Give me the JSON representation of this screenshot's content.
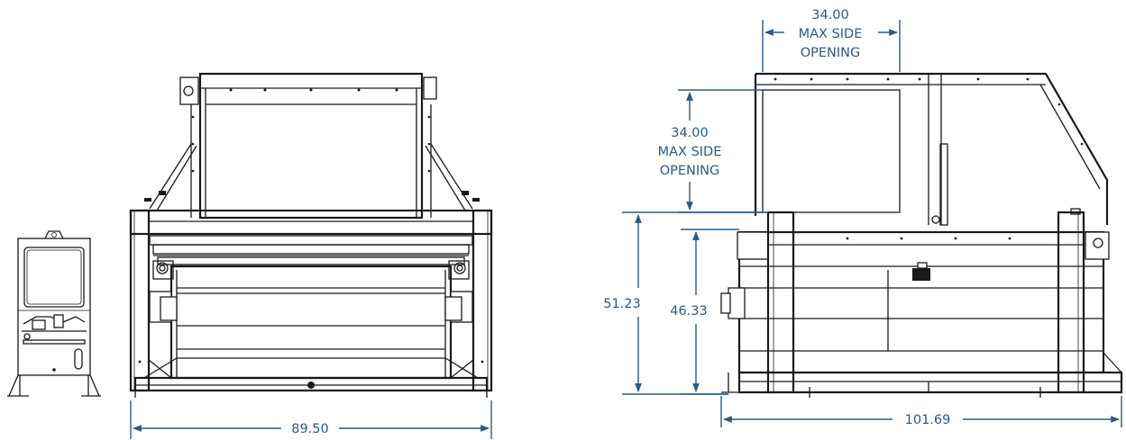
{
  "dimensions": {
    "front_width": "89.50",
    "side_length": "101.69",
    "overall_height": "51.23",
    "frame_height": "46.33",
    "top_opening": {
      "value": "34.00",
      "line1": "MAX SIDE",
      "line2": "OPENING"
    },
    "side_opening": {
      "value": "34.00",
      "line1": "MAX SIDE",
      "line2": "OPENING"
    }
  },
  "colors": {
    "dimension": "#2b5a84",
    "linework": "#1a1a1a"
  }
}
